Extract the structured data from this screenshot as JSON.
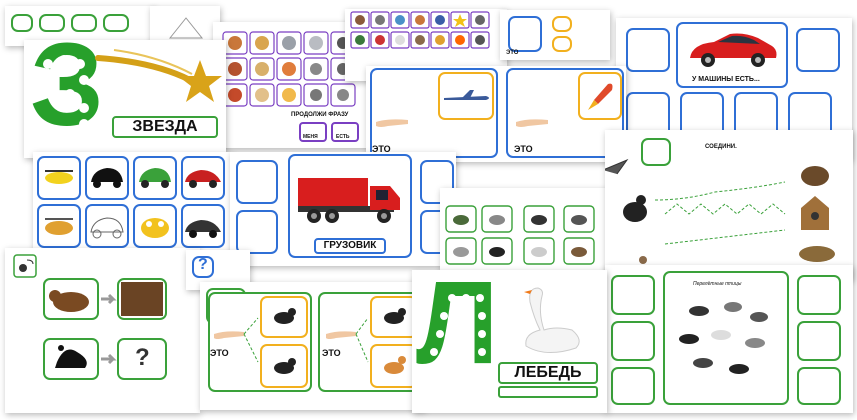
{
  "cards": {
    "star": {
      "letter": "З",
      "word": "ЗВЕЗДА"
    },
    "planets": {
      "prompt": "ПРОДОЛЖИ ФРАЗУ",
      "have_not": "МЕНЯ",
      "have": "ЕСТЬ"
    },
    "this_is_top": {
      "left_label": "ЭТО",
      "right_label": "ЭТО"
    },
    "car": {
      "caption": "У МАШИНЫ ЕСТЬ..."
    },
    "connect": {
      "title": "СОЕДИНИ."
    },
    "truck": {
      "word": "ГРУЗОВИК"
    },
    "swan": {
      "letter": "Л",
      "word": "ЛЕБЕДЬ"
    },
    "birds_photo": {
      "caption": "Перелётные птицы"
    },
    "this_is_bottom": {
      "left_label": "ЭТО",
      "right_label": "ЭТО"
    },
    "analogy": {
      "question_mark": "?"
    },
    "question_card": {
      "question_mark": "?"
    },
    "top_strip": {
      "mid_label": "ЭТО"
    }
  },
  "colors": {
    "green": "#3aa13a",
    "blue": "#2f6fd6",
    "yellow": "#f2b01e",
    "purple": "#7a3fc2"
  }
}
